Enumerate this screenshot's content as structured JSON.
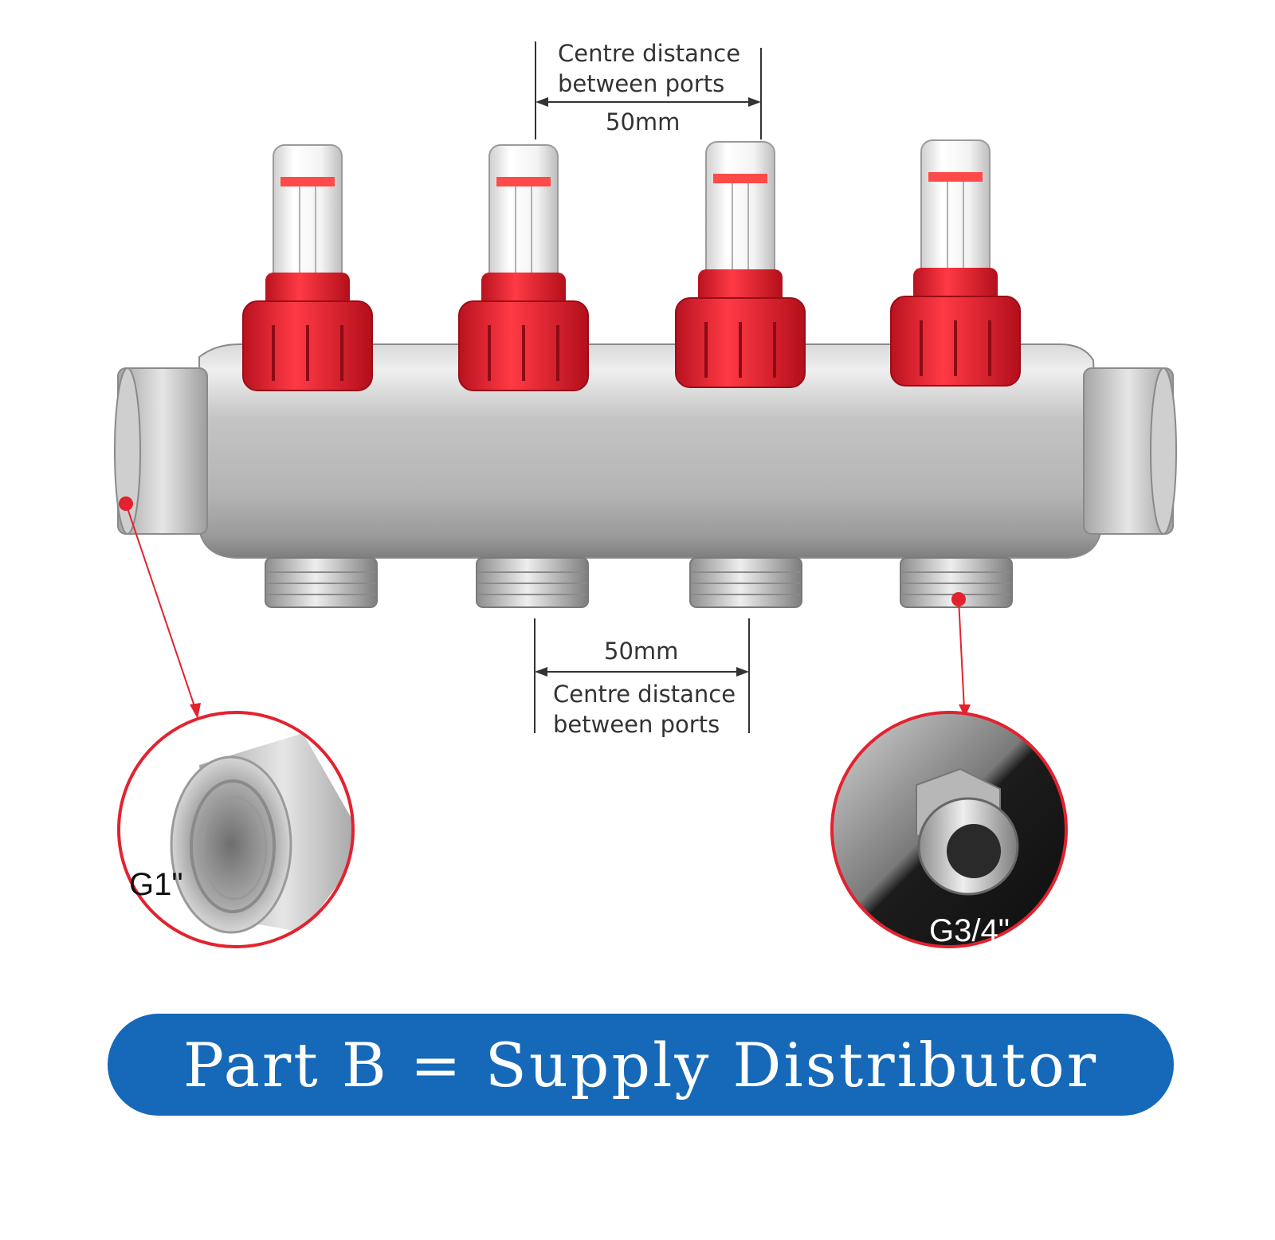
{
  "dimensions": {
    "top": {
      "line1": "Centre distance",
      "line2": "between ports",
      "value": "50mm"
    },
    "bottom": {
      "value": "50mm",
      "line1": "Centre distance",
      "line2": "between ports"
    }
  },
  "callouts": {
    "left": {
      "label": "G1\"",
      "icon": "female-thread-inlet-icon"
    },
    "right": {
      "label": "G3/4\"",
      "icon": "male-thread-outlet-icon"
    }
  },
  "banner": {
    "text": "Part B = Supply Distributor"
  },
  "colors": {
    "accent_red": "#e3222f",
    "banner_blue": "#1569b8",
    "steel": "#c9c9c9"
  },
  "ports": {
    "count": 4
  }
}
